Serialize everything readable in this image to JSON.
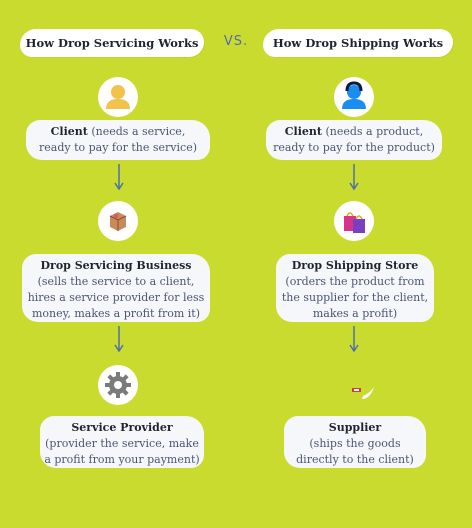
{
  "header": {
    "left_title": "How Drop Servicing Works",
    "vs": "VS.",
    "right_title": "How Drop Shipping Works"
  },
  "left": {
    "client": {
      "title": "Client",
      "desc_inline": " (needs a service,",
      "desc": "ready to pay for the service)"
    },
    "business": {
      "title": "Drop Servicing Business",
      "desc": "(sells the service to a client, hires a service provider for less money, makes a profit from it)"
    },
    "provider": {
      "title": "Service Provider",
      "desc": "(provider the service, make a profit from your payment)"
    }
  },
  "right": {
    "client": {
      "title": "Client",
      "desc_inline": " (needs a product,",
      "desc": "ready to pay for the product)"
    },
    "store": {
      "title": "Drop Shipping Store",
      "desc": "(orders the product from the supplier for the client, makes a profit)"
    },
    "supplier": {
      "title": "Supplier",
      "desc": "(ships the goods directly to the client)"
    }
  },
  "colors": {
    "background": "#cadb2f",
    "title_text": "#1f2430",
    "body_text": "#4a5576",
    "arrow": "#4f6fa8",
    "person_left": "#f2c24a",
    "person_right": "#1a8ef0",
    "gear": "#7b7b7b"
  },
  "icons": {
    "left_client": "person-icon",
    "right_client": "person-icon",
    "business": "box-icon",
    "store": "shopping-bags-icon",
    "provider": "gear-icon",
    "supplier": "supplier-icon"
  }
}
